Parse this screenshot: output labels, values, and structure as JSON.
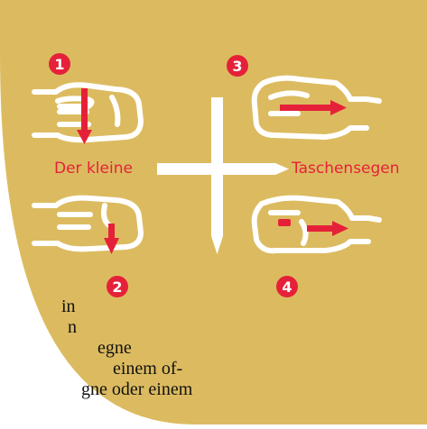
{
  "diagram": {
    "label_left": "Der kleine",
    "label_right": "Taschensegen",
    "steps": [
      "1",
      "2",
      "3",
      "4"
    ],
    "colors": {
      "background_shape": "#dcbb60",
      "accent": "#e5213a",
      "lines": "#ffffff"
    }
  },
  "body_text": {
    "line1": "in",
    "line2": "n",
    "line3": "egne",
    "line4": "einem of-",
    "line5": "gne oder einem"
  }
}
